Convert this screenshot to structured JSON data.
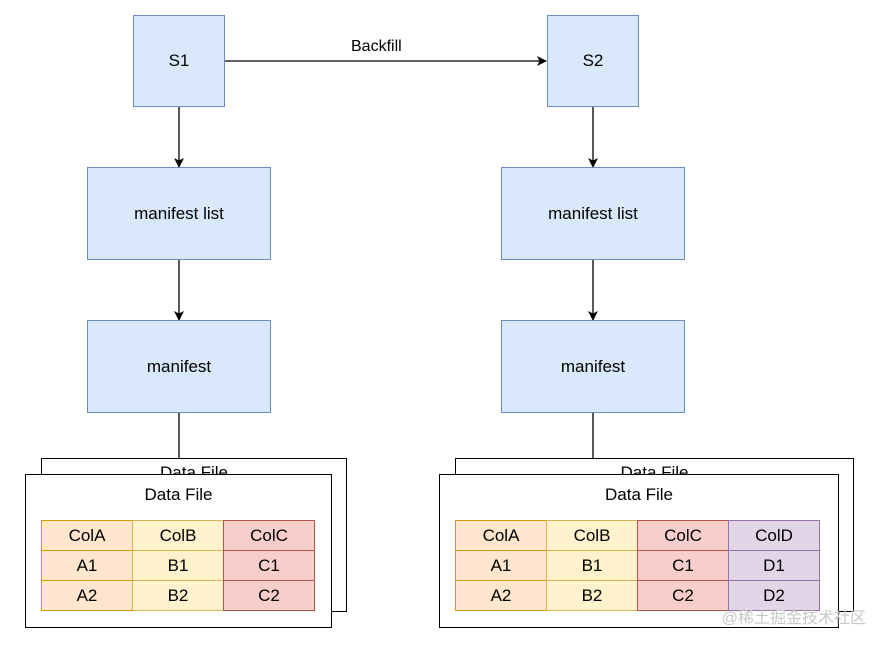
{
  "snapshots": {
    "s1": {
      "label": "S1"
    },
    "s2": {
      "label": "S2"
    }
  },
  "edge": {
    "label": "Backfill"
  },
  "left": {
    "manifest_list": "manifest list",
    "manifest": "manifest",
    "data_file": {
      "title": "Data File",
      "ghost_title": "Data File",
      "columns": [
        {
          "header": "ColA",
          "cells": [
            "A1",
            "A2"
          ],
          "color": "#ffe6cc",
          "border": "#d79b00"
        },
        {
          "header": "ColB",
          "cells": [
            "B1",
            "B2"
          ],
          "color": "#fff2cc",
          "border": "#d6b656"
        },
        {
          "header": "ColC",
          "cells": [
            "C1",
            "C2"
          ],
          "color": "#f8cecc",
          "border": "#b85450"
        }
      ]
    }
  },
  "right": {
    "manifest_list": "manifest list",
    "manifest": "manifest",
    "data_file": {
      "title": "Data File",
      "ghost_title": "Data File",
      "columns": [
        {
          "header": "ColA",
          "cells": [
            "A1",
            "A2"
          ],
          "color": "#ffe6cc",
          "border": "#d79b00"
        },
        {
          "header": "ColB",
          "cells": [
            "B1",
            "B2"
          ],
          "color": "#fff2cc",
          "border": "#d6b656"
        },
        {
          "header": "ColC",
          "cells": [
            "C1",
            "C2"
          ],
          "color": "#f8cecc",
          "border": "#b85450"
        },
        {
          "header": "ColD",
          "cells": [
            "D1",
            "D2"
          ],
          "color": "#e1d5e7",
          "border": "#9673a6"
        }
      ]
    }
  },
  "watermark": "@稀土掘金技术社区"
}
